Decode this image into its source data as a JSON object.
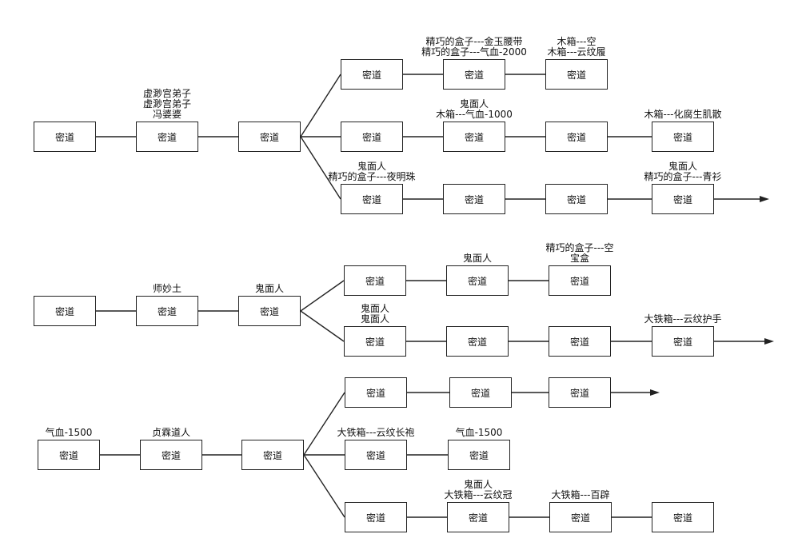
{
  "diagram": {
    "nodes": [
      {
        "id": "a1",
        "text": "密道"
      },
      {
        "id": "a2",
        "text": "密道"
      },
      {
        "id": "a3",
        "text": "密道"
      },
      {
        "id": "a4",
        "text": "密道"
      },
      {
        "id": "a5",
        "text": "密道"
      },
      {
        "id": "a6",
        "text": "密道"
      },
      {
        "id": "a7",
        "text": "密道"
      },
      {
        "id": "a8",
        "text": "密道"
      },
      {
        "id": "a9",
        "text": "密道"
      },
      {
        "id": "a10",
        "text": "密道"
      },
      {
        "id": "a11",
        "text": "密道"
      },
      {
        "id": "a12",
        "text": "密道"
      },
      {
        "id": "a13",
        "text": "密道"
      },
      {
        "id": "b1",
        "text": "密道"
      },
      {
        "id": "b2",
        "text": "密道"
      },
      {
        "id": "b3",
        "text": "密道"
      },
      {
        "id": "b4",
        "text": "密道"
      },
      {
        "id": "b5",
        "text": "密道"
      },
      {
        "id": "b6",
        "text": "密道"
      },
      {
        "id": "b7",
        "text": "密道"
      },
      {
        "id": "b8",
        "text": "密道"
      },
      {
        "id": "b9",
        "text": "密道"
      },
      {
        "id": "b10",
        "text": "密道"
      },
      {
        "id": "c1",
        "text": "密道"
      },
      {
        "id": "c2",
        "text": "密道"
      },
      {
        "id": "c3",
        "text": "密道"
      },
      {
        "id": "c4",
        "text": "密道"
      },
      {
        "id": "c5",
        "text": "密道"
      },
      {
        "id": "c6",
        "text": "密道"
      },
      {
        "id": "c7",
        "text": "密道"
      },
      {
        "id": "c8",
        "text": "密道"
      },
      {
        "id": "c9",
        "text": "密道"
      },
      {
        "id": "c10",
        "text": "密道"
      },
      {
        "id": "c11",
        "text": "密道"
      },
      {
        "id": "c12",
        "text": "密道"
      }
    ],
    "labels": [
      {
        "id": "a2",
        "lines": [
          "虚渺宫弟子",
          "虚渺宫弟子",
          "冯婆婆"
        ]
      },
      {
        "id": "a5",
        "lines": [
          "精巧的盒子---金玉腰带",
          "精巧的盒子---气血-2000"
        ]
      },
      {
        "id": "a6",
        "lines": [
          "木箱---空",
          "木箱---云纹履"
        ]
      },
      {
        "id": "a8",
        "lines": [
          "鬼面人",
          "木箱---气血-1000"
        ]
      },
      {
        "id": "a10",
        "lines": [
          "木箱---化腐生肌散"
        ]
      },
      {
        "id": "a11",
        "lines": [
          "鬼面人",
          "精巧的盒子---夜明珠"
        ]
      },
      {
        "id": "a13",
        "lines": [
          "鬼面人",
          "精巧的盒子---青衫"
        ]
      },
      {
        "id": "b2",
        "lines": [
          "师妙土"
        ]
      },
      {
        "id": "b3",
        "lines": [
          "鬼面人"
        ]
      },
      {
        "id": "b5",
        "lines": [
          "鬼面人"
        ]
      },
      {
        "id": "b6",
        "lines": [
          "精巧的盒子---空",
          "宝盒"
        ]
      },
      {
        "id": "b7",
        "lines": [
          "鬼面人",
          "鬼面人"
        ]
      },
      {
        "id": "b10",
        "lines": [
          "大铁箱---云纹护手"
        ]
      },
      {
        "id": "c1",
        "lines": [
          "气血-1500"
        ]
      },
      {
        "id": "c2",
        "lines": [
          "贞霖道人"
        ]
      },
      {
        "id": "c7",
        "lines": [
          "大铁箱---云纹长袍"
        ]
      },
      {
        "id": "c8",
        "lines": [
          "气血-1500"
        ]
      },
      {
        "id": "c10",
        "lines": [
          "鬼面人",
          "大铁箱---云纹冠"
        ]
      },
      {
        "id": "c11",
        "lines": [
          "大铁箱---百辟"
        ]
      }
    ]
  }
}
